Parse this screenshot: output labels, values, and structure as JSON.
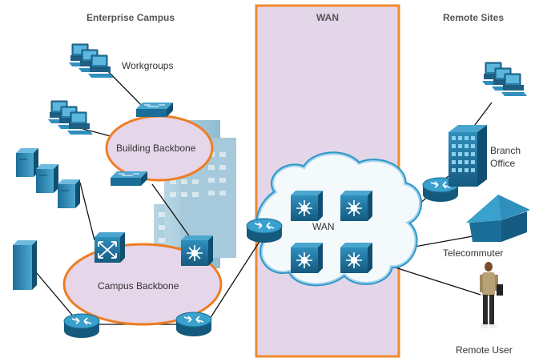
{
  "headers": {
    "campus": "Enterprise Campus",
    "wan": "WAN",
    "remote": "Remote Sites"
  },
  "labels": {
    "workgroups": "Workgroups",
    "building_backbone": "Building Backbone",
    "campus_backbone": "Campus Backbone",
    "wan_cloud": "WAN",
    "branch_office": "Branch\nOffice",
    "telecommuter": "Telecommuter",
    "remote_user": "Remote User"
  },
  "colors": {
    "wan_region_fill": "#e3d6e9",
    "wan_region_border": "#f08a2c",
    "backbone_ellipse_fill": "#e6d6ea",
    "backbone_ellipse_border": "#ee7d22",
    "device_blue": "#1a6d96",
    "device_light": "#3aa0cc",
    "cloud_stroke": "#2f97c8",
    "link_color": "#111111"
  },
  "icons": [
    "workstation-icon",
    "switch-icon",
    "multilayer-switch-icon",
    "router-icon",
    "server-icon",
    "building-icon",
    "house-icon",
    "person-icon",
    "cloud-icon"
  ]
}
